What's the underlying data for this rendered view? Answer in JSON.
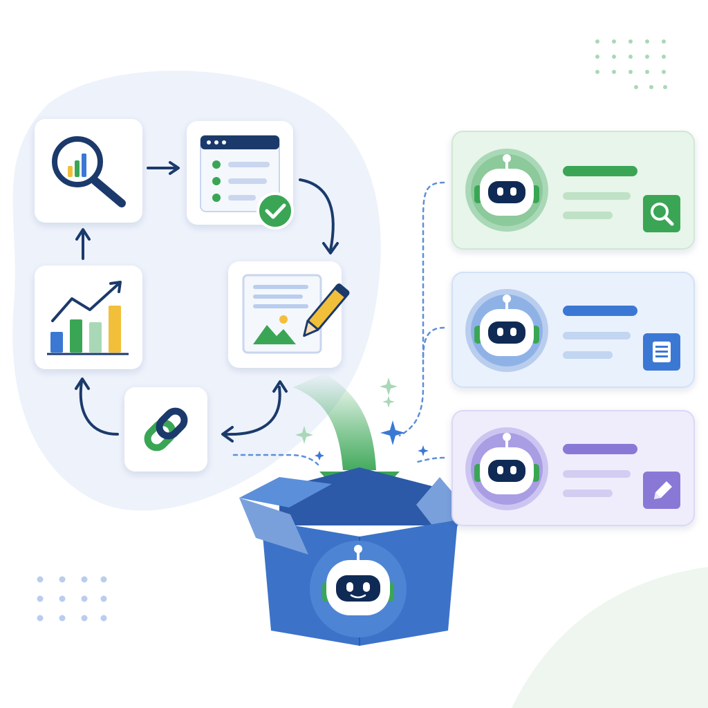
{
  "colors": {
    "navy": "#1b3a6b",
    "green": "#3aa655",
    "blue": "#3b78d4",
    "purple": "#8a78d6",
    "yellow": "#f2bf3a",
    "blob": "#edf2fb",
    "box_blue": "#3c73c8",
    "box_blue_dark": "#2c5aa8",
    "box_blue_light": "#7aa0dc",
    "agent_green_bg": "#e8f5ea",
    "agent_blue_bg": "#e9f1fc",
    "agent_purple_bg": "#efedfb"
  },
  "workflow_steps": [
    {
      "id": "analyze",
      "icon": "magnifier-chart-icon"
    },
    {
      "id": "checklist",
      "icon": "checklist-window-icon"
    },
    {
      "id": "create",
      "icon": "document-pencil-icon"
    },
    {
      "id": "link",
      "icon": "chain-link-icon"
    },
    {
      "id": "growth",
      "icon": "growth-chart-icon"
    }
  ],
  "agents": [
    {
      "id": "research",
      "color": "green",
      "badge_icon": "search-icon"
    },
    {
      "id": "document",
      "color": "blue",
      "badge_icon": "document-icon"
    },
    {
      "id": "edit",
      "color": "purple",
      "badge_icon": "pencil-icon"
    }
  ]
}
